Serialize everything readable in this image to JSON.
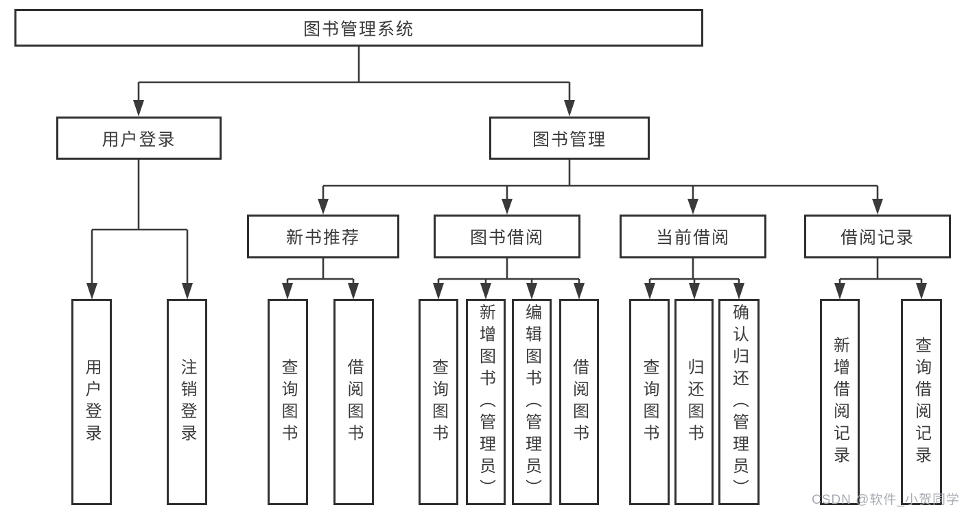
{
  "diagram": {
    "type": "hierarchy-tree",
    "root": {
      "label": "图书管理系统"
    },
    "level2": [
      {
        "label": "用户登录"
      },
      {
        "label": "图书管理"
      }
    ],
    "level3": [
      {
        "label": "新书推荐"
      },
      {
        "label": "图书借阅"
      },
      {
        "label": "当前借阅"
      },
      {
        "label": "借阅记录"
      }
    ],
    "leaves": {
      "user_login": [
        "用户登录",
        "注销登录"
      ],
      "new_book_recommend": [
        "查询图书",
        "借阅图书"
      ],
      "book_borrowing": [
        "查询图书",
        "新增图书（管理员）",
        "编辑图书（管理员）",
        "借阅图书"
      ],
      "current_borrowing": [
        "查询图书",
        "归还图书",
        "确认归还（管理员）"
      ],
      "borrowing_records": [
        "新增借阅记录",
        "查询借阅记录"
      ]
    },
    "edges": [
      {
        "from": "图书管理系统",
        "to": [
          "用户登录",
          "图书管理"
        ]
      },
      {
        "from": "用户登录",
        "to": [
          "用户登录",
          "注销登录"
        ]
      },
      {
        "from": "图书管理",
        "to": [
          "新书推荐",
          "图书借阅",
          "当前借阅",
          "借阅记录"
        ]
      },
      {
        "from": "新书推荐",
        "to": [
          "查询图书",
          "借阅图书"
        ]
      },
      {
        "from": "图书借阅",
        "to": [
          "查询图书",
          "新增图书（管理员）",
          "编辑图书（管理员）",
          "借阅图书"
        ]
      },
      {
        "from": "当前借阅",
        "to": [
          "查询图书",
          "归还图书",
          "确认归还（管理员）"
        ]
      },
      {
        "from": "借阅记录",
        "to": [
          "新增借阅记录",
          "查询借阅记录"
        ]
      }
    ],
    "watermark": "CSDN @软件_小贺同学",
    "colors": {
      "line": "#3a3a3a",
      "box_border": "#2f2f2f",
      "text": "#3a3a3a",
      "watermark": "#a8acb2",
      "background": "#ffffff"
    }
  }
}
